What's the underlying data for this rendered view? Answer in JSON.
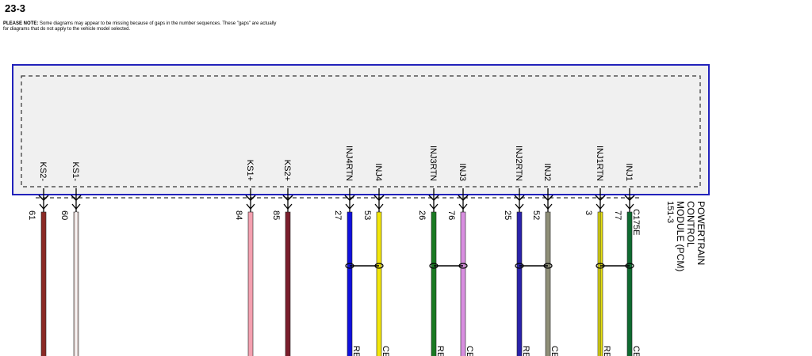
{
  "page": {
    "title": "23-3",
    "note_label": "PLEASE NOTE:",
    "note_text": "Some diagrams may appear to be missing because of gaps in the number sequences. These \"gaps\" are actually for diagrams that do not apply to the vehicle model selected."
  },
  "module": {
    "name_lines": [
      "POWERTRAIN",
      "CONTROL",
      "MODULE (PCM)"
    ],
    "ref": "151-3",
    "connector": "C175E"
  },
  "pins": [
    {
      "label": "KS2-",
      "number": "61",
      "colors": [
        "#8b2a25"
      ],
      "twisted": false,
      "bottom": ""
    },
    {
      "label": "KS1-",
      "number": "60",
      "colors": [
        "#d8c8c6",
        "#ffffff"
      ],
      "twisted": false,
      "bottom": ""
    },
    {
      "label": "KS1+",
      "number": "84",
      "colors": [
        "#f4a0b0"
      ],
      "twisted": false,
      "bottom": ""
    },
    {
      "label": "KS2+",
      "number": "85",
      "colors": [
        "#7a1e2c"
      ],
      "twisted": false,
      "bottom": ""
    },
    {
      "label": "INJ4RTN",
      "number": "27",
      "colors": [
        "#1010dd"
      ],
      "twisted": true,
      "bottom": "RE"
    },
    {
      "label": "INJ4",
      "number": "53",
      "colors": [
        "#f2e60a"
      ],
      "twisted": true,
      "bottom": "CE"
    },
    {
      "label": "INJ3RTN",
      "number": "26",
      "colors": [
        "#1a7a22"
      ],
      "twisted": true,
      "bottom": "RE"
    },
    {
      "label": "INJ3",
      "number": "76",
      "colors": [
        "#d88ee0"
      ],
      "twisted": true,
      "bottom": "CE"
    },
    {
      "label": "INJ2RTN",
      "number": "25",
      "colors": [
        "#2a22aa"
      ],
      "twisted": true,
      "bottom": "RE"
    },
    {
      "label": "INJ2",
      "number": "52",
      "colors": [
        "#8f8f78"
      ],
      "twisted": true,
      "bottom": "CE"
    },
    {
      "label": "INJ1RTN",
      "number": "3",
      "colors": [
        "#e8e010",
        "#8a8a20"
      ],
      "twisted": true,
      "bottom": "RE"
    },
    {
      "label": "INJ1",
      "number": "77",
      "colors": [
        "#0e6a30"
      ],
      "twisted": true,
      "bottom": "CE"
    }
  ],
  "colors": {
    "module_border": "#2222bb",
    "module_fill": "#f0f0f0",
    "dashed": "#333333"
  }
}
